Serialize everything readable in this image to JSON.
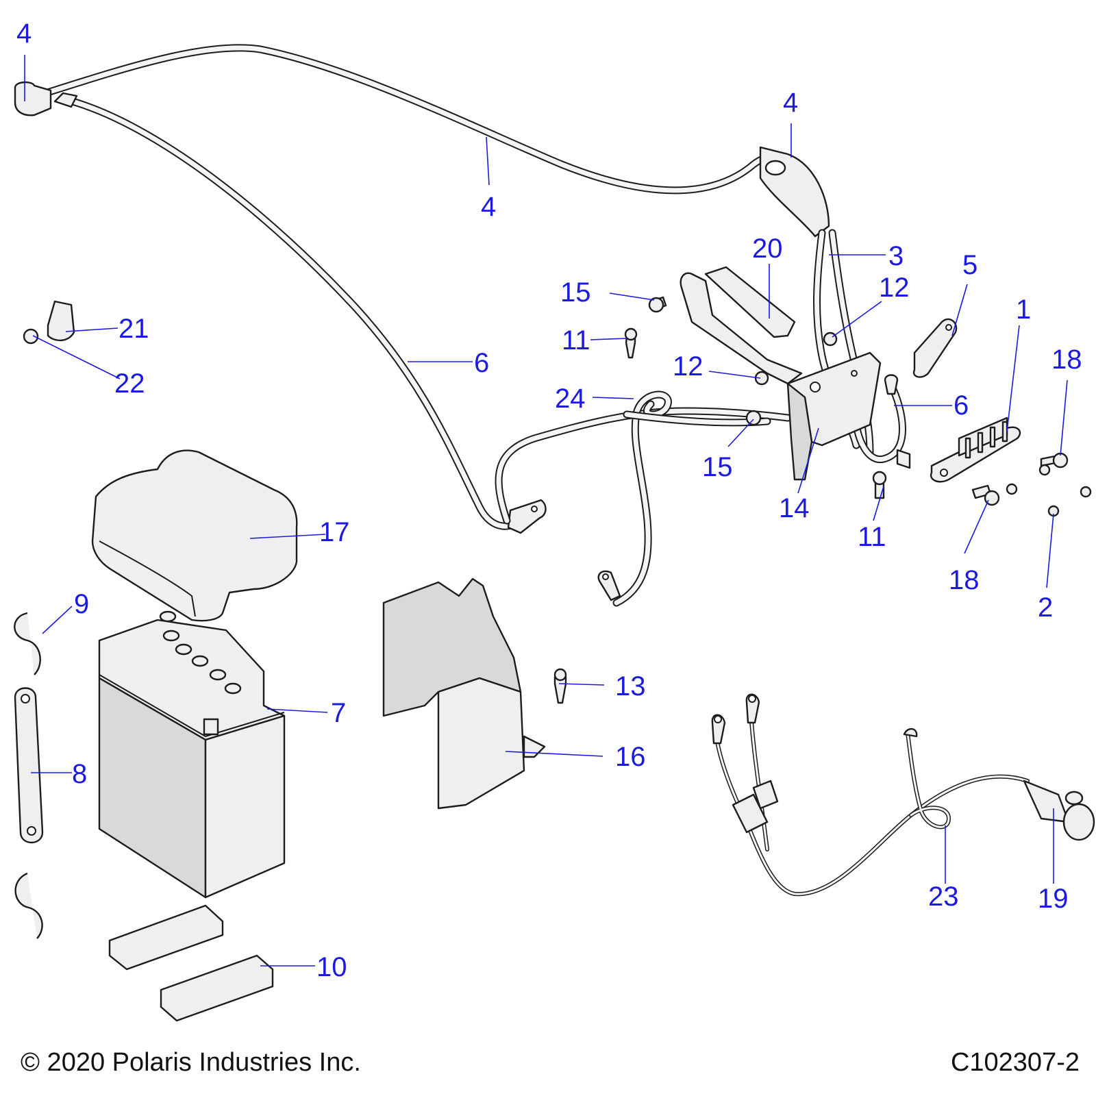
{
  "diagram": {
    "callouts": [
      {
        "id": "c4a",
        "label": "4"
      },
      {
        "id": "c4b",
        "label": "4"
      },
      {
        "id": "c4c",
        "label": "4"
      },
      {
        "id": "c20",
        "label": "20"
      },
      {
        "id": "c3",
        "label": "3"
      },
      {
        "id": "c5",
        "label": "5"
      },
      {
        "id": "c12a",
        "label": "12"
      },
      {
        "id": "c1",
        "label": "1"
      },
      {
        "id": "c15a",
        "label": "15"
      },
      {
        "id": "c11a",
        "label": "11"
      },
      {
        "id": "c21",
        "label": "21"
      },
      {
        "id": "c22",
        "label": "22"
      },
      {
        "id": "c6a",
        "label": "6"
      },
      {
        "id": "c12b",
        "label": "12"
      },
      {
        "id": "c18a",
        "label": "18"
      },
      {
        "id": "c24",
        "label": "24"
      },
      {
        "id": "c6b",
        "label": "6"
      },
      {
        "id": "c15b",
        "label": "15"
      },
      {
        "id": "c14",
        "label": "14"
      },
      {
        "id": "c11b",
        "label": "11"
      },
      {
        "id": "c18b",
        "label": "18"
      },
      {
        "id": "c2",
        "label": "2"
      },
      {
        "id": "c17",
        "label": "17"
      },
      {
        "id": "c9",
        "label": "9"
      },
      {
        "id": "c7",
        "label": "7"
      },
      {
        "id": "c13",
        "label": "13"
      },
      {
        "id": "c8",
        "label": "8"
      },
      {
        "id": "c16",
        "label": "16"
      },
      {
        "id": "c23",
        "label": "23"
      },
      {
        "id": "c19",
        "label": "19"
      },
      {
        "id": "c10",
        "label": "10"
      }
    ]
  },
  "footer": {
    "copyright": "© 2020 Polaris Industries Inc.",
    "drawing_id": "C102307-2"
  }
}
